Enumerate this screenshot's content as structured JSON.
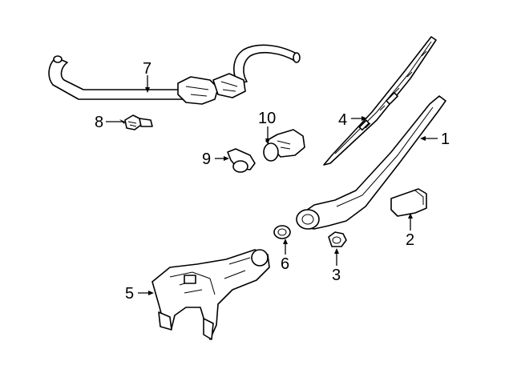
{
  "diagram": {
    "callouts": [
      {
        "id": "1",
        "text": "1"
      },
      {
        "id": "2",
        "text": "2"
      },
      {
        "id": "3",
        "text": "3"
      },
      {
        "id": "4",
        "text": "4"
      },
      {
        "id": "5",
        "text": "5"
      },
      {
        "id": "6",
        "text": "6"
      },
      {
        "id": "7",
        "text": "7"
      },
      {
        "id": "8",
        "text": "8"
      },
      {
        "id": "9",
        "text": "9"
      },
      {
        "id": "10",
        "text": "10"
      }
    ],
    "colors": {
      "line": "#000000",
      "background": "#ffffff"
    }
  }
}
